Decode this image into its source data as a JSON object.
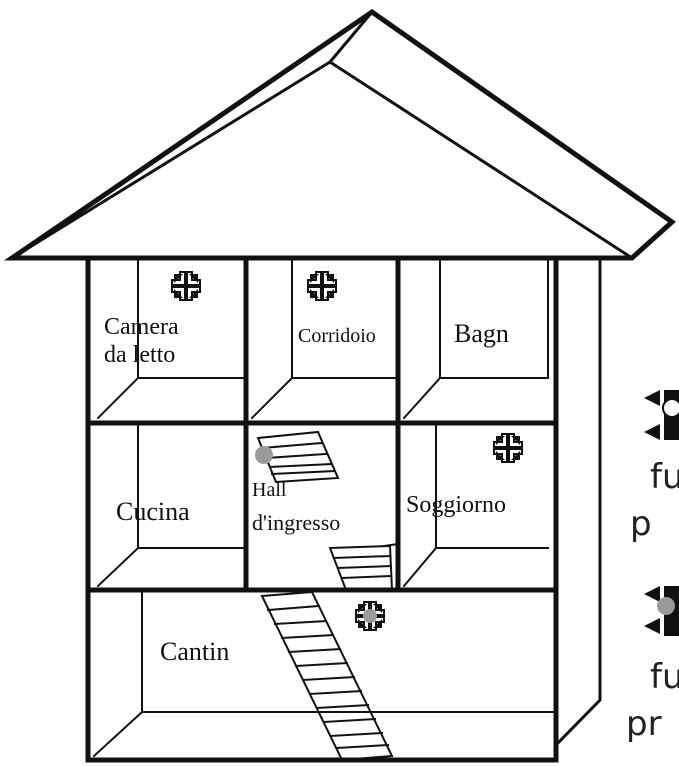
{
  "rooms": {
    "bedroom_line1": "Camera",
    "bedroom_line2": "da letto",
    "corridor": "Corridoio",
    "bathroom": "Bagn",
    "kitchen": "Cucina",
    "hall_line1": "Hall",
    "hall_line2": "d'ingresso",
    "living": "Soggiorno",
    "cellar": "Cantin"
  },
  "legend": {
    "item1_line1": "fu",
    "item1_line2": "p",
    "item2_line1": "fu",
    "item2_line2": "pr"
  },
  "colors": {
    "line": "#111111",
    "detector_fill": "#222222",
    "marker_gray": "#9a9a9a"
  },
  "icons": [
    "smoke-detector-icon",
    "heat-detector-icon"
  ]
}
